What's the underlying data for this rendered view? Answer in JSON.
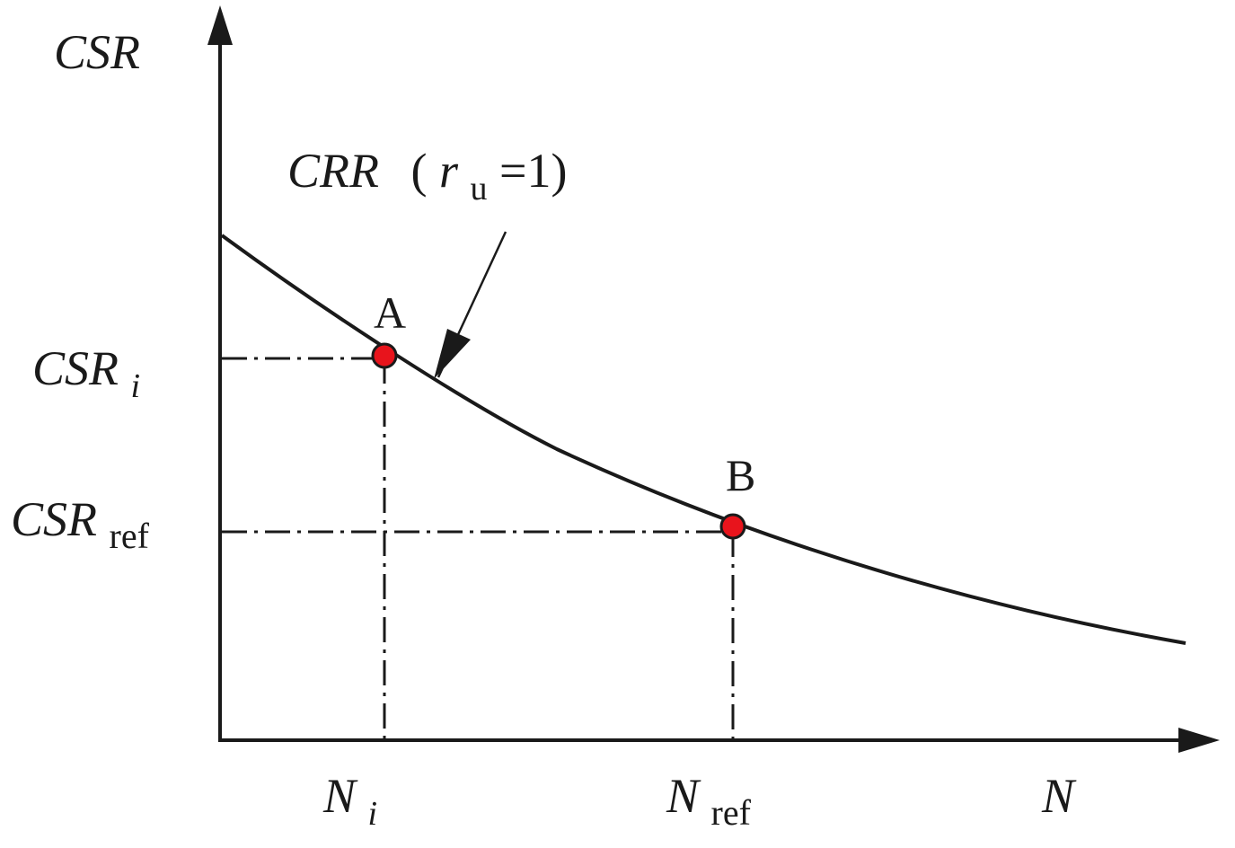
{
  "axes": {
    "y_label": "CSR",
    "x_label": "N"
  },
  "curve": {
    "label_main": "CRR",
    "label_paren_open": "(",
    "label_var": "r",
    "label_sub": "u",
    "label_eq": "=1)"
  },
  "points": {
    "a": {
      "label": "A",
      "color": "#e8141c"
    },
    "b": {
      "label": "B",
      "color": "#e8141c"
    }
  },
  "y_ticks": {
    "csr_i": {
      "main": "CSR",
      "sub": "i"
    },
    "csr_ref": {
      "main": "CSR",
      "sub": "ref"
    }
  },
  "x_ticks": {
    "n_i": {
      "main": "N",
      "sub": "i"
    },
    "n_ref": {
      "main": "N",
      "sub": "ref"
    }
  }
}
